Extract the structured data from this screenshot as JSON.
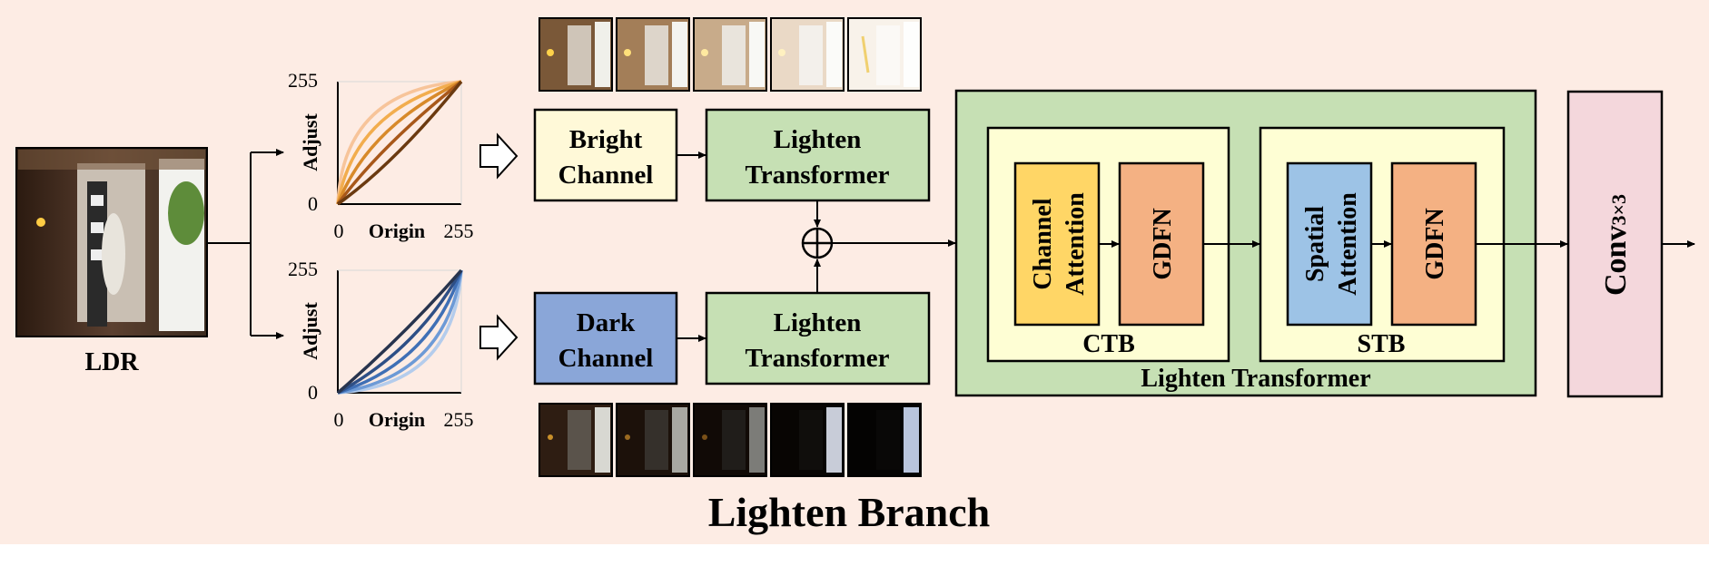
{
  "title": "Lighten Branch",
  "ldr": {
    "label": "LDR"
  },
  "curves": {
    "bright": {
      "y_label": "Adjust",
      "x_label": "Origin",
      "y_max": "255",
      "y_min": "0",
      "x_min": "0",
      "x_max": "255"
    },
    "dark": {
      "y_label": "Adjust",
      "x_label": "Origin",
      "y_max": "255",
      "y_min": "0",
      "x_min": "0",
      "x_max": "255"
    }
  },
  "bright_channel": {
    "line1": "Bright",
    "line2": "Channel"
  },
  "dark_channel": {
    "line1": "Dark",
    "line2": "Channel"
  },
  "lighten_transformer_top": {
    "line1": "Lighten",
    "line2": "Transformer"
  },
  "lighten_transformer_bottom": {
    "line1": "Lighten",
    "line2": "Transformer"
  },
  "detail": {
    "label": "Lighten Transformer",
    "ctb": {
      "label": "CTB",
      "attention_line1": "Channel",
      "attention_line2": "Attention",
      "gdfn": "GDFN"
    },
    "stb": {
      "label": "STB",
      "attention_line1": "Spatial",
      "attention_line2": "Attention",
      "gdfn": "GDFN"
    }
  },
  "conv": {
    "label": "Conv",
    "sub": "3×3"
  },
  "colors": {
    "background": "#fdece4",
    "bright_box": "#fff9d8",
    "dark_box": "#8aa6d8",
    "transformer_box": "#c6e0b4",
    "block_box": "#fefed4",
    "channel_attention": "#ffd666",
    "spatial_attention": "#9dc3e6",
    "gdfn": "#f4b183",
    "conv_box": "#f4d7dc",
    "bright_curves": [
      "#f7c49a",
      "#f2ad4e",
      "#d88a2a",
      "#a8581a",
      "#6b3a10"
    ],
    "dark_curves": [
      "#b4ccec",
      "#6d9ad6",
      "#3f6fb5",
      "#2e4f86",
      "#28344e"
    ]
  }
}
